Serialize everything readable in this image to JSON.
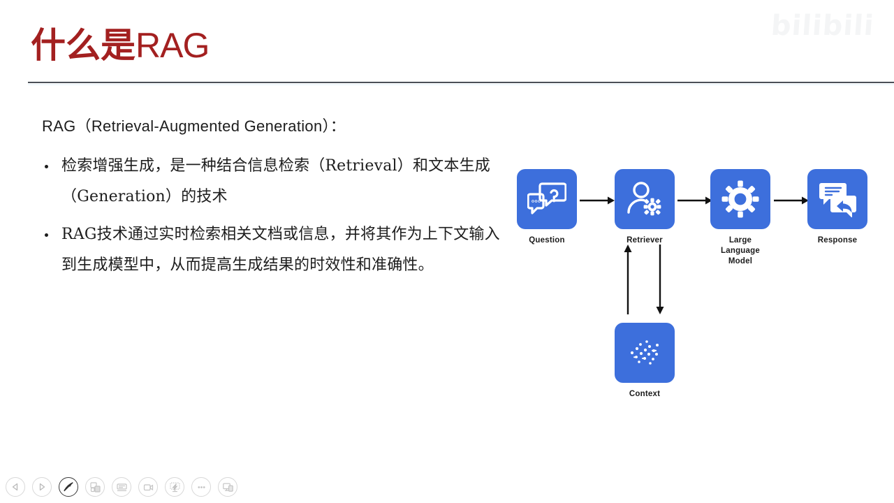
{
  "slide": {
    "title_cjk": "什么是",
    "title_latin": "RAG",
    "watermark": "bilibili"
  },
  "content": {
    "lead": "RAG（Retrieval-Augmented Generation）：",
    "bullets": [
      "检索增强生成，是一种结合信息检索（Retrieval）和文本生成（Generation）的技术",
      "RAG技术通过实时检索相关文档或信息，并将其作为上下文输入到生成模型中，从而提高生成结果的时效性和准确性。"
    ]
  },
  "diagram": {
    "accent_color": "#3d6fdc",
    "icon_color": "#ffffff",
    "arrow_color": "#111111",
    "nodes": [
      {
        "id": "question",
        "label": "Question",
        "icon": "speech-bubbles-question-icon"
      },
      {
        "id": "retriever",
        "label": "Retriever",
        "icon": "person-gear-icon"
      },
      {
        "id": "llm",
        "label": "Large Language Model",
        "label_line1": "Large Language",
        "label_line2": "Model",
        "icon": "gear-icon"
      },
      {
        "id": "response",
        "label": "Response",
        "icon": "speech-bubbles-reply-icon"
      },
      {
        "id": "context",
        "label": "Context",
        "icon": "scatter-dots-icon"
      }
    ],
    "arrows": [
      {
        "id": "question-to-retriever",
        "direction": "right"
      },
      {
        "id": "retriever-to-llm",
        "direction": "right"
      },
      {
        "id": "llm-to-response",
        "direction": "right"
      },
      {
        "id": "context-to-retriever",
        "direction": "up"
      },
      {
        "id": "retriever-to-context",
        "direction": "down"
      }
    ]
  },
  "toolbar": {
    "buttons": [
      {
        "id": "prev",
        "label": "Previous slide",
        "icon": "triangle-left-icon"
      },
      {
        "id": "next",
        "label": "Next slide",
        "icon": "triangle-right-icon"
      },
      {
        "id": "annotate",
        "label": "Annotate",
        "icon": "pen-strike-icon"
      },
      {
        "id": "slides",
        "label": "Slide overview",
        "icon": "slides-grid-icon"
      },
      {
        "id": "subtitles",
        "label": "Subtitles",
        "icon": "subtitle-icon"
      },
      {
        "id": "video",
        "label": "Video",
        "icon": "camera-icon"
      },
      {
        "id": "pointer",
        "label": "Laser pointer",
        "icon": "laser-pointer-icon"
      },
      {
        "id": "more",
        "label": "More options",
        "icon": "ellipsis-icon"
      },
      {
        "id": "present",
        "label": "Present screen",
        "icon": "screen-share-icon"
      }
    ]
  }
}
